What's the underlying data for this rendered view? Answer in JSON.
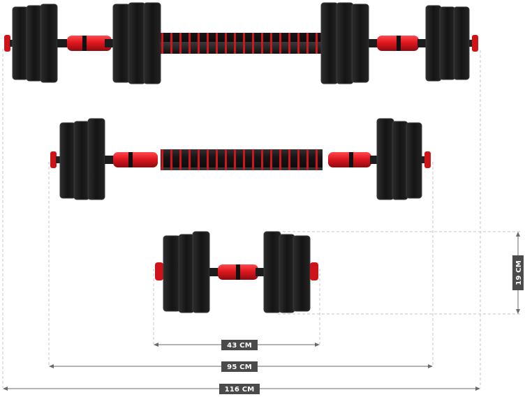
{
  "colors": {
    "plate_dark": "#141414",
    "plate_mid": "#262626",
    "plate_edge": "#3a3a3a",
    "grip_red": "#e0181f",
    "grip_red_dark": "#8e0b10",
    "foam_black": "#1c1c1c",
    "guide_line": "#c4c4c4",
    "label_bg": "#4a4a4a"
  },
  "configurations": [
    {
      "name": "barbell-with-dumbbell-ends",
      "dimension_label": "116 CM"
    },
    {
      "name": "barbell",
      "dimension_label": "95 CM"
    },
    {
      "name": "dumbbell",
      "dimension_label": "43 CM",
      "height_label": "19 CM"
    }
  ]
}
